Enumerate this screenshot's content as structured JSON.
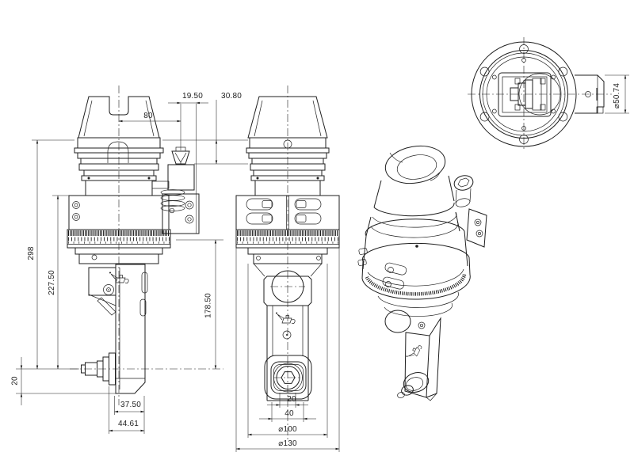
{
  "dimensions": {
    "front": {
      "flange_to_pin": "80",
      "pin_offset": "19.50",
      "gauge_height": "30.80",
      "overall_height": "298",
      "body_height": "227.50",
      "spindle_to_bottom": "20",
      "arm_width": "37.50",
      "arm_width_outer": "44.61"
    },
    "side": {
      "ring_to_spindle": "178.50",
      "nose_inner": "20",
      "nose_outer": "40",
      "flange_diameter": "⌀100",
      "ring_diameter": "⌀130"
    },
    "top": {
      "spindle_housing_diameter": "⌀50.74"
    }
  },
  "colors": {
    "line": "#1f1f1f",
    "background": "#ffffff"
  },
  "icons": {
    "oil_lubrication": "oil-can-icon"
  }
}
